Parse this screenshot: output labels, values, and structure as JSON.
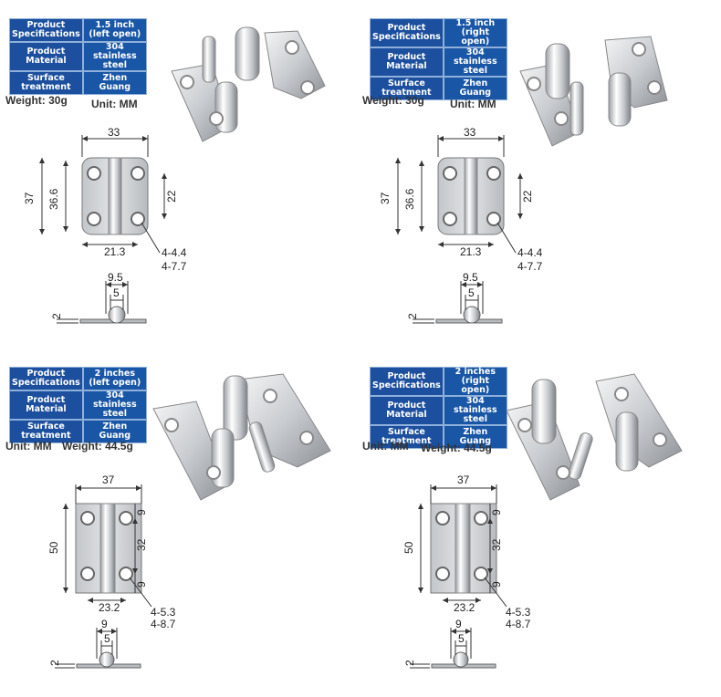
{
  "labels": {
    "spec_key": "Product Specifications",
    "material_key": "Product Material",
    "surface_key": "Surface treatment"
  },
  "panels": [
    {
      "spec_value": "1.5 inch (left open)",
      "material_value": "304 stainless steel",
      "surface_value": "Zhen Guang",
      "weight": "Weight: 30g",
      "unit": "Unit: MM",
      "dims": {
        "width": "33",
        "height_outer": "37",
        "height_inner": "36.6",
        "hole_gap": "22",
        "base": "21.3",
        "hole_a": "4-4.4",
        "hole_b": "4-7.7",
        "side_w": "9.5",
        "side_inner": "5",
        "thick": "2"
      }
    },
    {
      "spec_value": "1.5 inch (right open)",
      "material_value": "304 stainless steel",
      "surface_value": "Zhen Guang",
      "weight": "Weight: 30g",
      "unit": "Unit: MM",
      "dims": {
        "width": "33",
        "height_outer": "37",
        "height_inner": "36.6",
        "hole_gap": "22",
        "base": "21.3",
        "hole_a": "4-4.4",
        "hole_b": "4-7.7",
        "side_w": "9.5",
        "side_inner": "5",
        "thick": "2"
      }
    },
    {
      "spec_value": "2 inches (left open)",
      "material_value": "304 stainless steel",
      "surface_value": "Zhen Guang",
      "weight": "Weight: 44.5g",
      "unit": "Unit: MM",
      "dims": {
        "width": "37",
        "height_outer": "50",
        "hole_gap": "32",
        "edge_top": "9",
        "edge_bottom": "9",
        "base": "23.2",
        "hole_a": "4-5.3",
        "hole_b": "4-8.7",
        "side_w": "9",
        "side_inner": "5",
        "thick": "2"
      }
    },
    {
      "spec_value": "2 inches (right open)",
      "material_value": "304 stainless steel",
      "surface_value": "Zhen Guang",
      "weight": "Weight: 44.5g",
      "unit": "Unit: MM",
      "dims": {
        "width": "37",
        "height_outer": "50",
        "hole_gap": "32",
        "edge_top": "9",
        "edge_bottom": "9",
        "base": "23.2",
        "hole_a": "4-5.3",
        "hole_b": "4-8.7",
        "side_w": "9",
        "side_inner": "5",
        "thick": "2"
      }
    }
  ]
}
